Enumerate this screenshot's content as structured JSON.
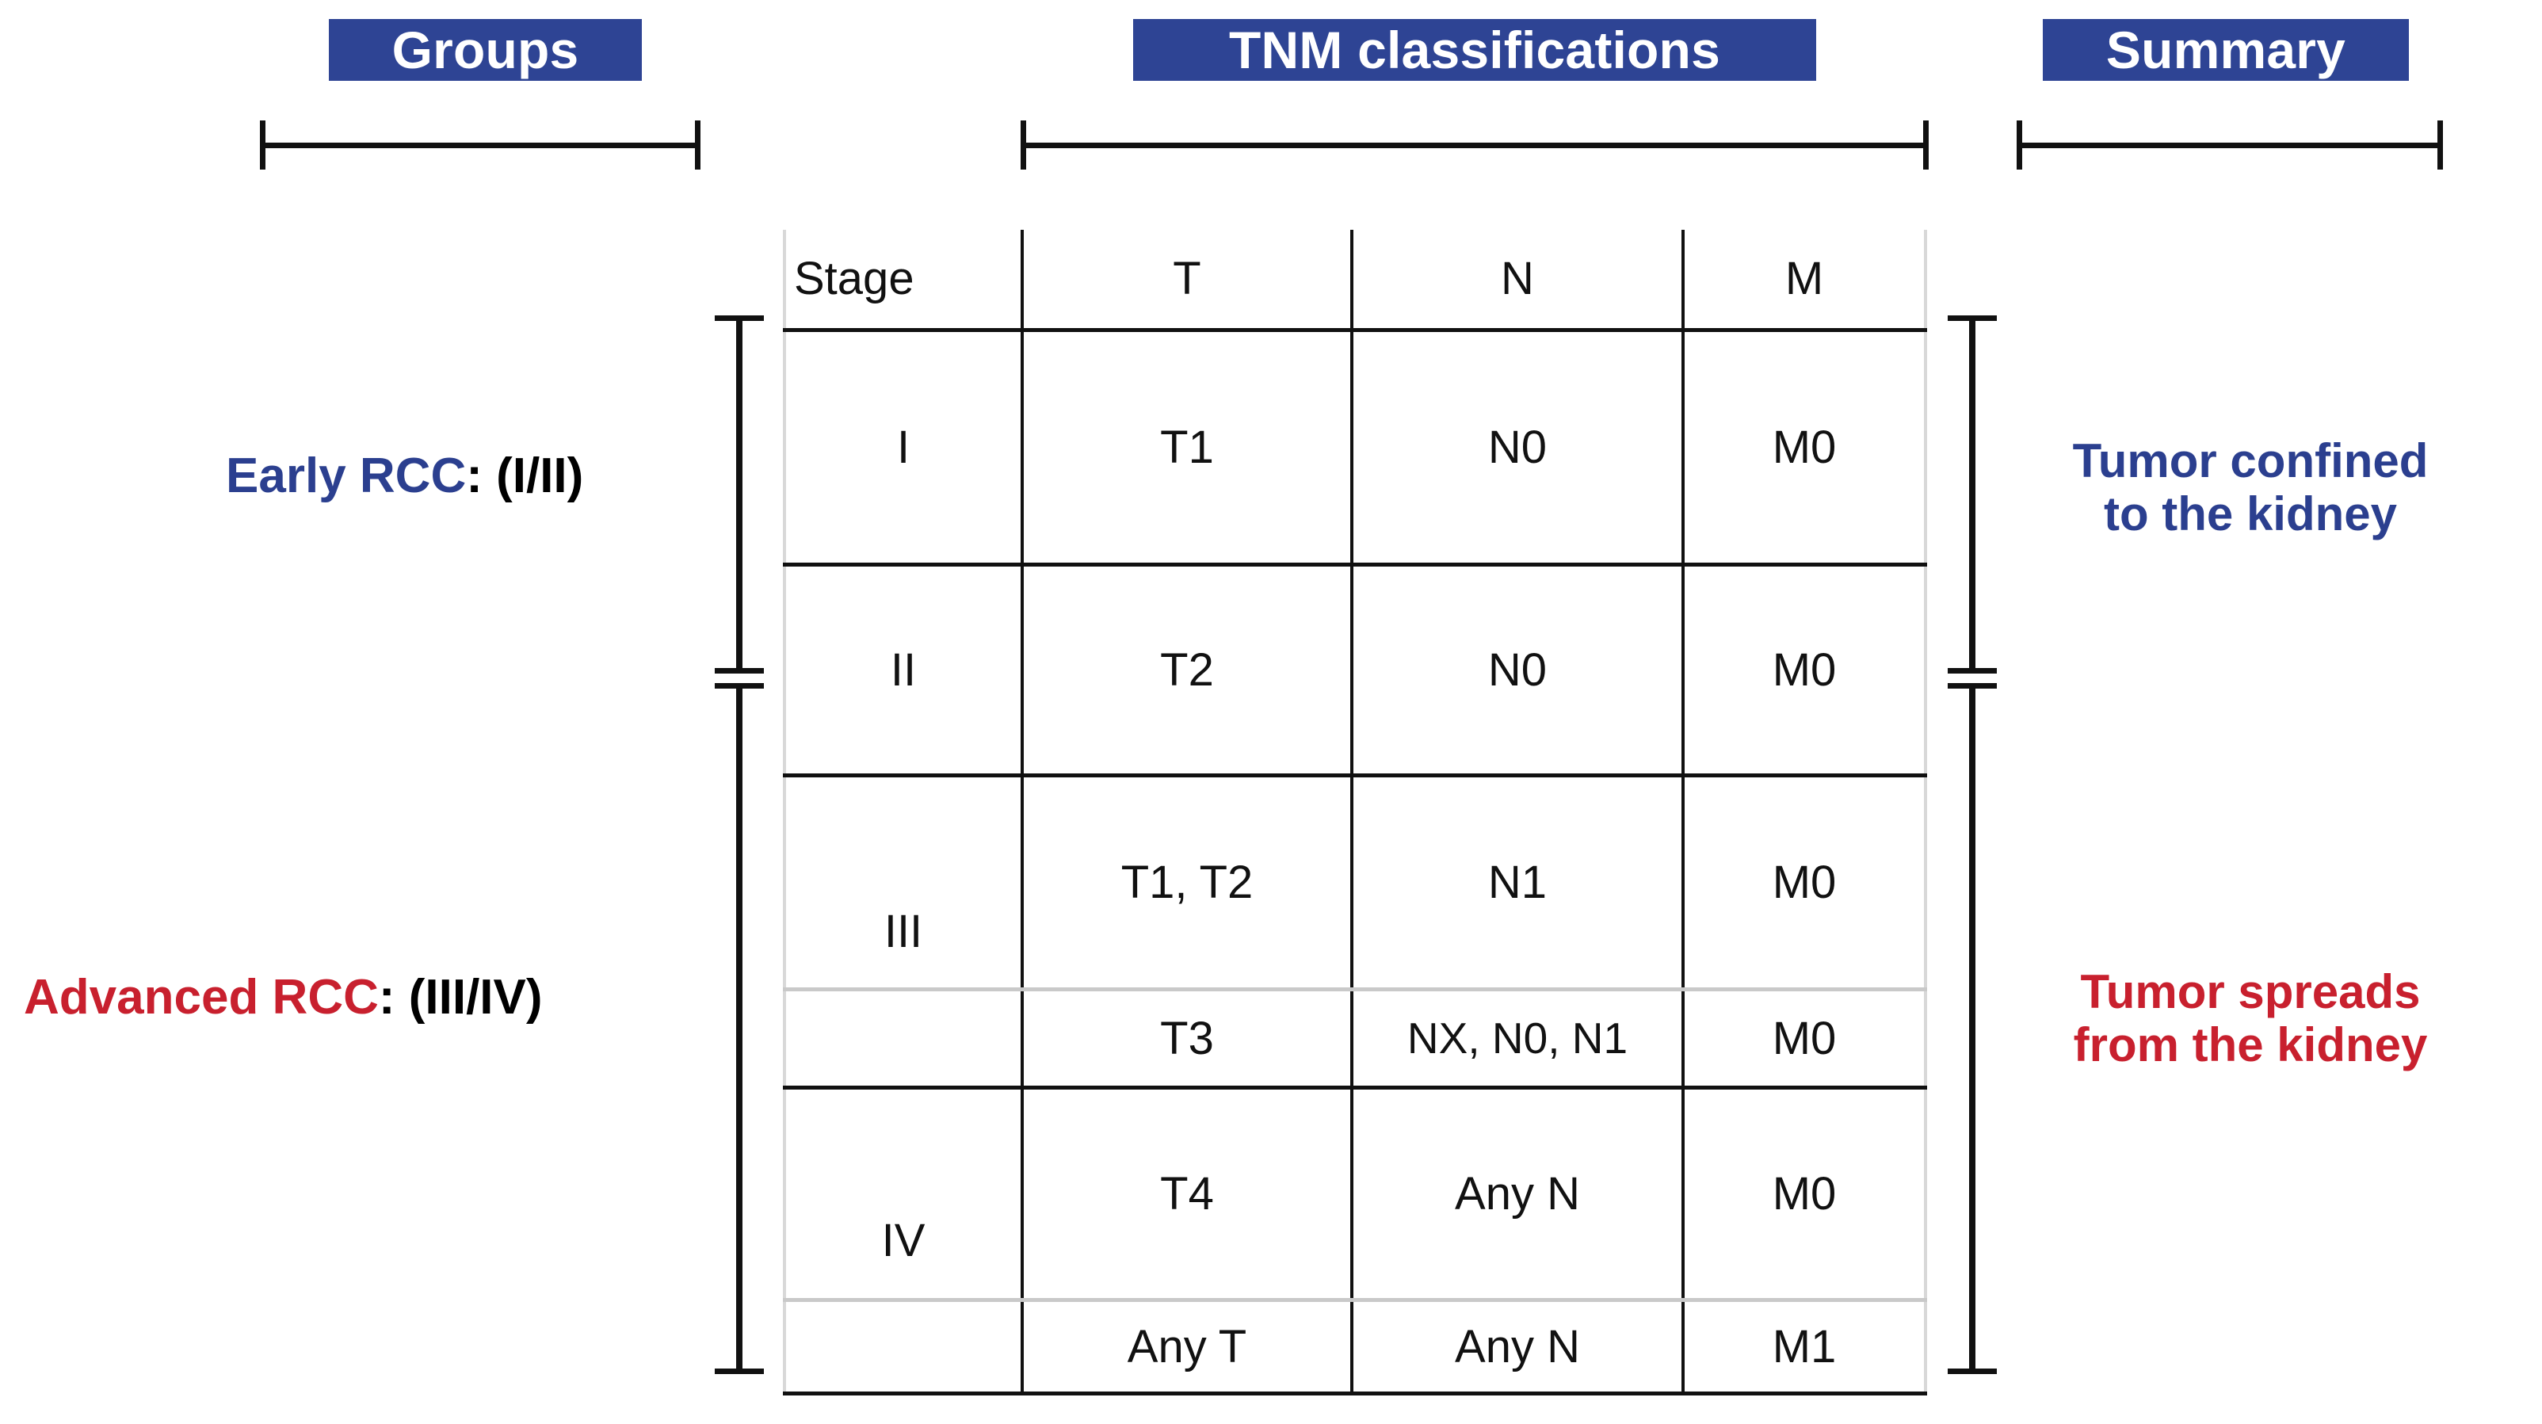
{
  "headers": {
    "groups": "Groups",
    "tnm": "TNM classifications",
    "summary": "Summary"
  },
  "colors": {
    "banner_bg": "#2E4494",
    "early_blue": "#2B3F8F",
    "advanced_red": "#C8202E",
    "rule": "#111111",
    "light_rule": "#C9C9C9"
  },
  "groups": [
    {
      "name": "Early RCC",
      "suffix": ": (I/II)",
      "color": "#2B3F8F"
    },
    {
      "name": "Advanced RCC",
      "suffix": ": (III/IV)",
      "color": "#C8202E"
    }
  ],
  "summary": {
    "early": {
      "line1": "Tumor confined",
      "line2": "to the kidney"
    },
    "advanced": {
      "line1": "Tumor spreads",
      "line2": "from the kidney"
    }
  },
  "chart_data": {
    "type": "table",
    "title": "TNM classifications",
    "columns": [
      "Stage",
      "T",
      "N",
      "M"
    ],
    "rows": [
      {
        "stage": "I",
        "t": "T1",
        "n": "N0",
        "m": "M0",
        "group": "Early RCC"
      },
      {
        "stage": "II",
        "t": "T2",
        "n": "N0",
        "m": "M0",
        "group": "Early RCC"
      },
      {
        "stage": "III",
        "t": "T1, T2",
        "n": "N1",
        "m": "M0",
        "group": "Advanced RCC"
      },
      {
        "stage": "III",
        "t": "T3",
        "n": "NX, N0, N1",
        "m": "M0",
        "group": "Advanced RCC"
      },
      {
        "stage": "IV",
        "t": "T4",
        "n": "Any N",
        "m": "M0",
        "group": "Advanced RCC"
      },
      {
        "stage": "IV",
        "t": "Any T",
        "n": "Any N",
        "m": "M1",
        "group": "Advanced RCC"
      }
    ],
    "stage_spans": [
      {
        "label": "I",
        "rows": [
          0
        ]
      },
      {
        "label": "II",
        "rows": [
          1
        ]
      },
      {
        "label": "III",
        "rows": [
          2,
          3
        ]
      },
      {
        "label": "IV",
        "rows": [
          4,
          5
        ]
      }
    ]
  },
  "table": {
    "head": {
      "stage": "Stage",
      "t": "T",
      "n": "N",
      "m": "M"
    },
    "body": [
      {
        "stage": "I",
        "t": "T1",
        "n": "N0",
        "m": "M0"
      },
      {
        "stage": "II",
        "t": "T2",
        "n": "N0",
        "m": "M0"
      },
      {
        "stage": "III",
        "t": "T1, T2",
        "n": "N1",
        "m": "M0"
      },
      {
        "stage": "",
        "t": "T3",
        "n": "NX, N0, N1",
        "m": "M0"
      },
      {
        "stage": "IV",
        "t": "T4",
        "n": "Any N",
        "m": "M0"
      },
      {
        "stage": "",
        "t": "Any T",
        "n": "Any N",
        "m": "M1"
      }
    ]
  }
}
